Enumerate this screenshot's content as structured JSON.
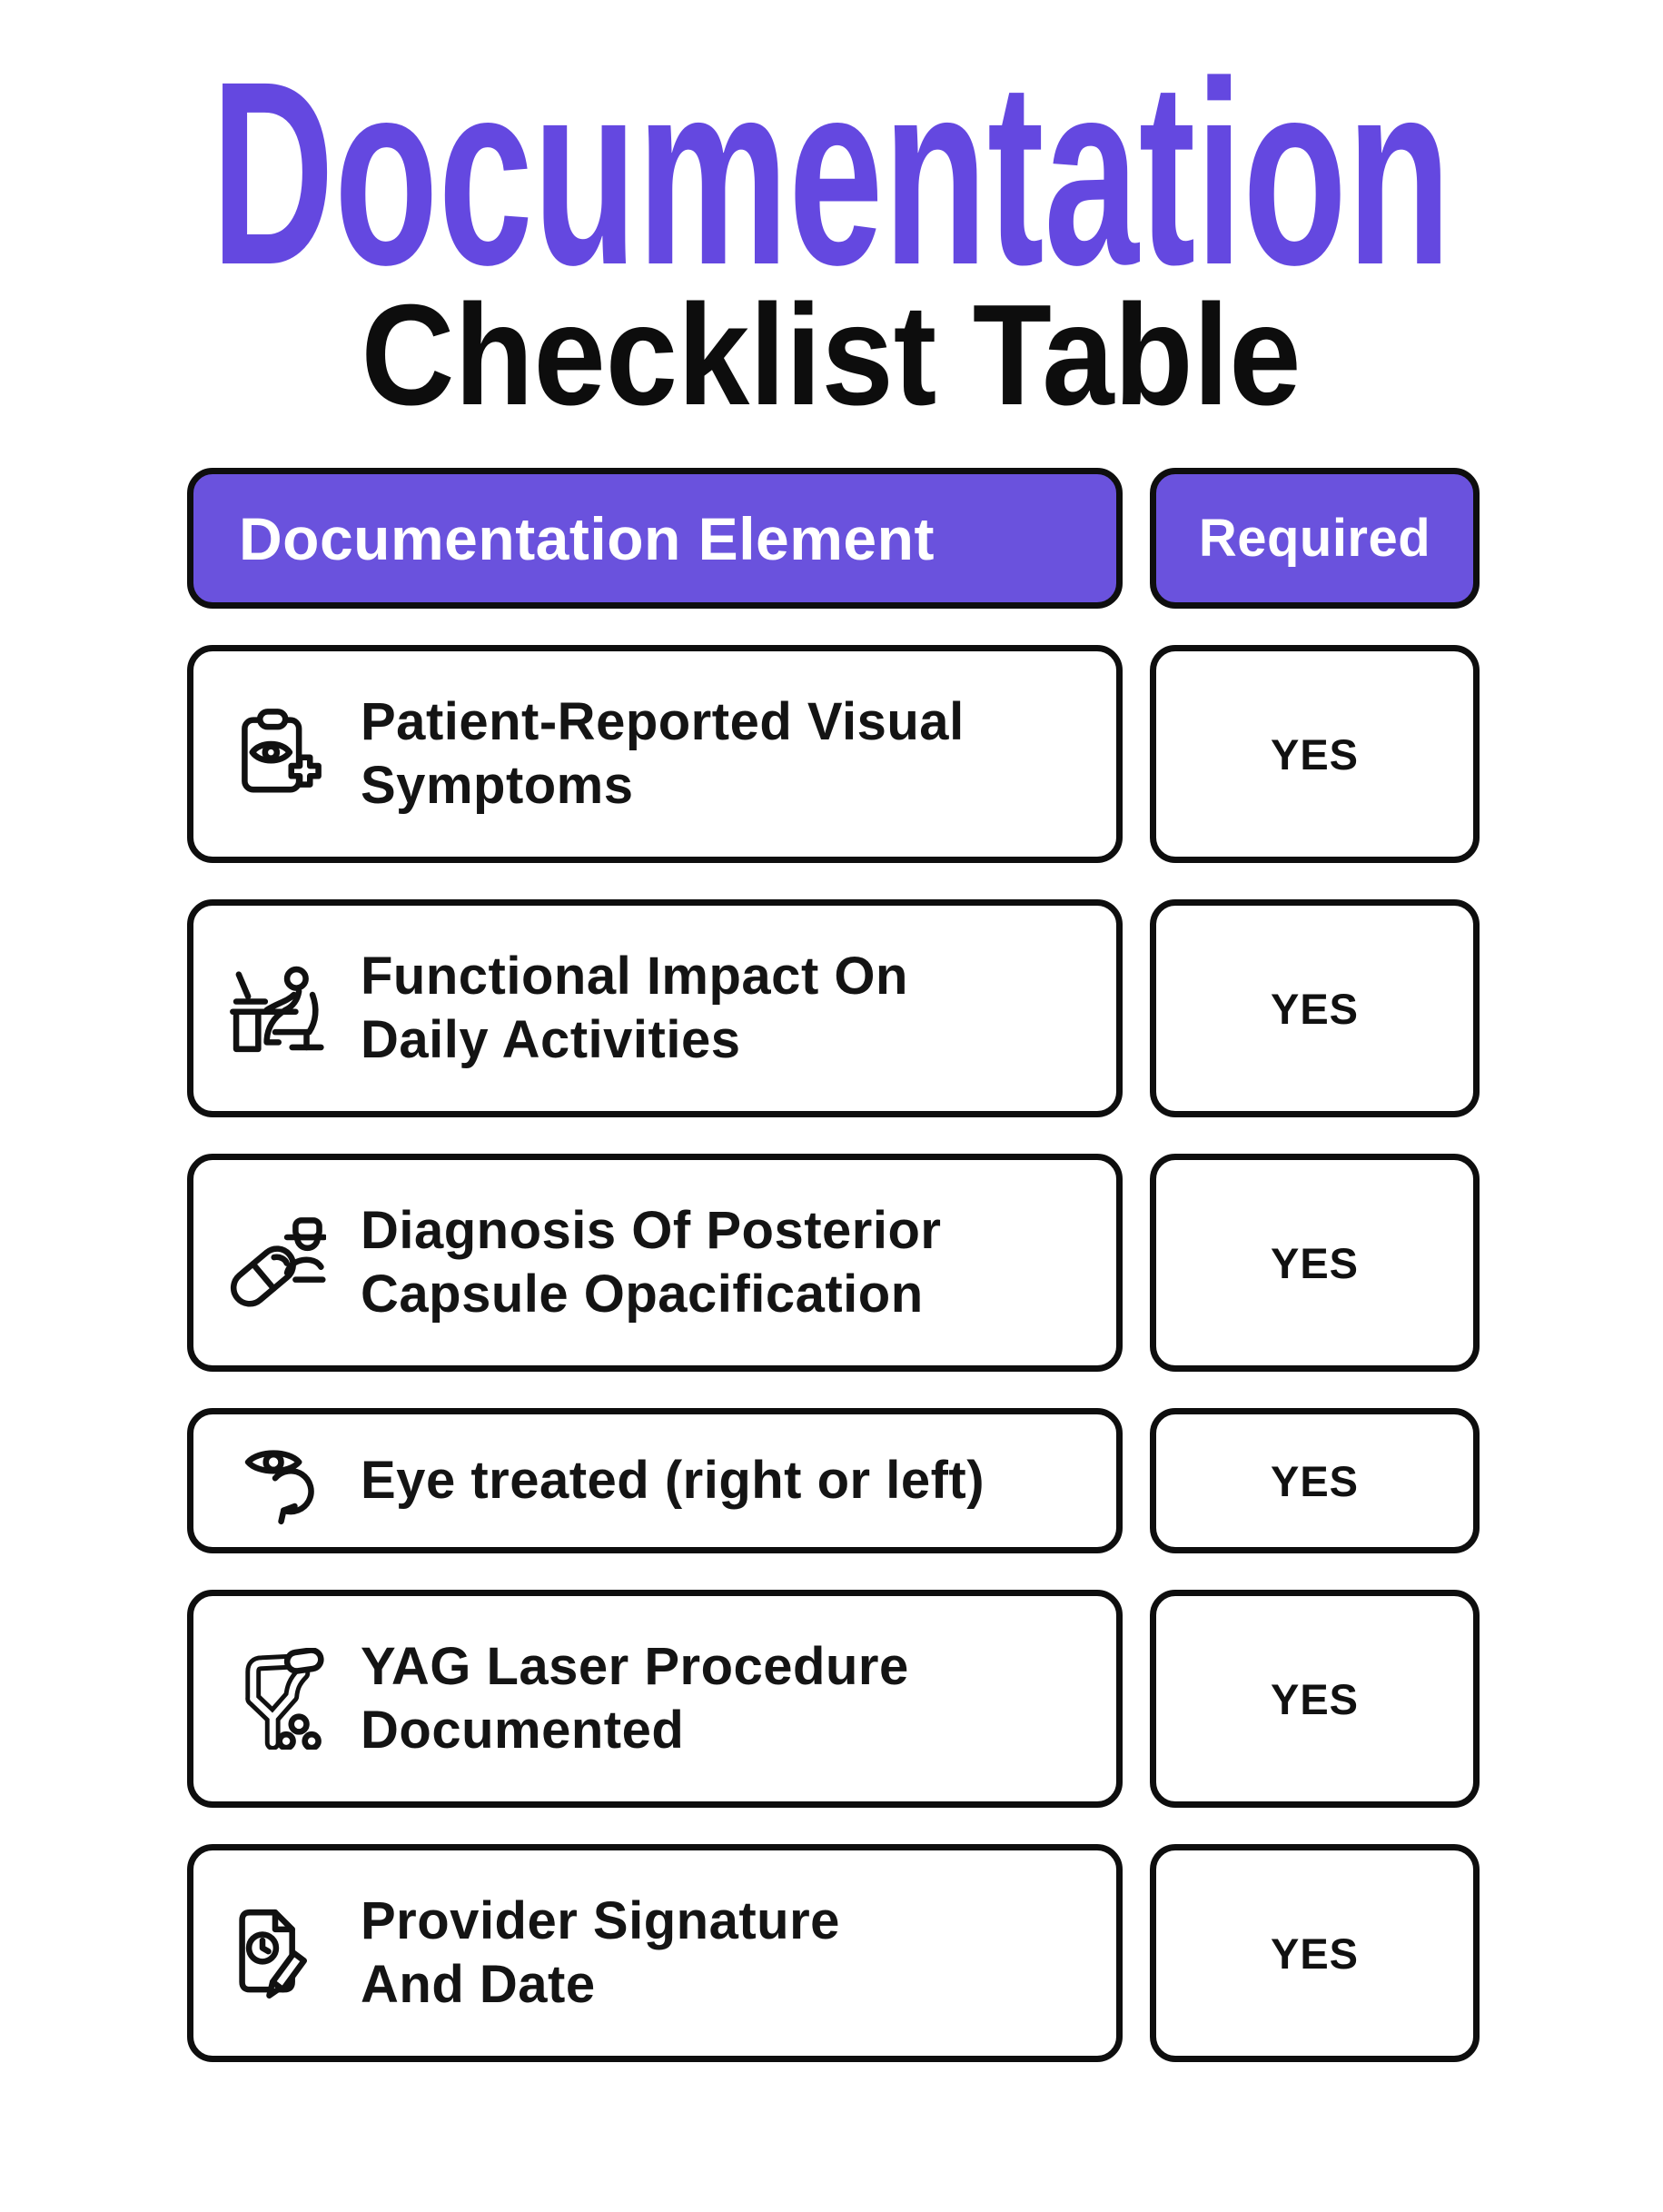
{
  "title": {
    "text": "Documentation",
    "color": "#6448e0"
  },
  "subtitle": {
    "text": "Checklist Table"
  },
  "table": {
    "accent": "#6a52dd",
    "headers": [
      {
        "label": "Documentation Element"
      },
      {
        "label": "Required"
      }
    ],
    "rows": [
      {
        "icon": "clipboard-eye-plus-icon",
        "lines": [
          "Patient-Reported Visual",
          "Symptoms"
        ],
        "required": "YES"
      },
      {
        "icon": "person-at-desk-icon",
        "lines": [
          "Functional Impact On",
          "Daily Activities"
        ],
        "required": "YES"
      },
      {
        "icon": "pill-and-clinician-icon",
        "lines": [
          "Diagnosis Of Posterior",
          "Capsule Opacification"
        ],
        "required": "YES"
      },
      {
        "icon": "eye-rotation-icon",
        "lines": [
          "Eye treated (right or left)"
        ],
        "required": "YES"
      },
      {
        "icon": "yag-laser-handpiece-icon",
        "lines": [
          "YAG Laser Procedure",
          "Documented"
        ],
        "required": "YES"
      },
      {
        "icon": "document-clock-pencil-icon",
        "lines": [
          "Provider Signature",
          "And Date"
        ],
        "required": "YES"
      }
    ]
  }
}
